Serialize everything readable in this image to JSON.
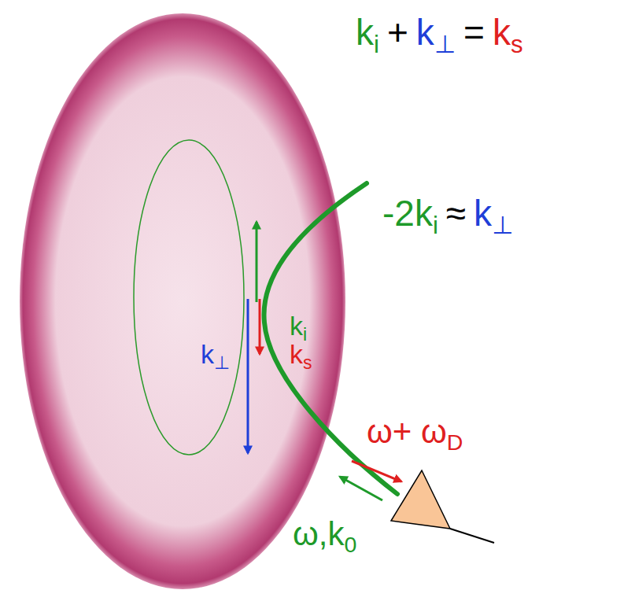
{
  "diagram": {
    "labels": [
      "ki",
      "+",
      "k⊥",
      "=",
      "ks",
      "-2ki",
      "≈",
      "k⊥",
      "ki",
      "ks",
      "k⊥",
      "ω+ ωD",
      "ω,k0"
    ]
  }
}
